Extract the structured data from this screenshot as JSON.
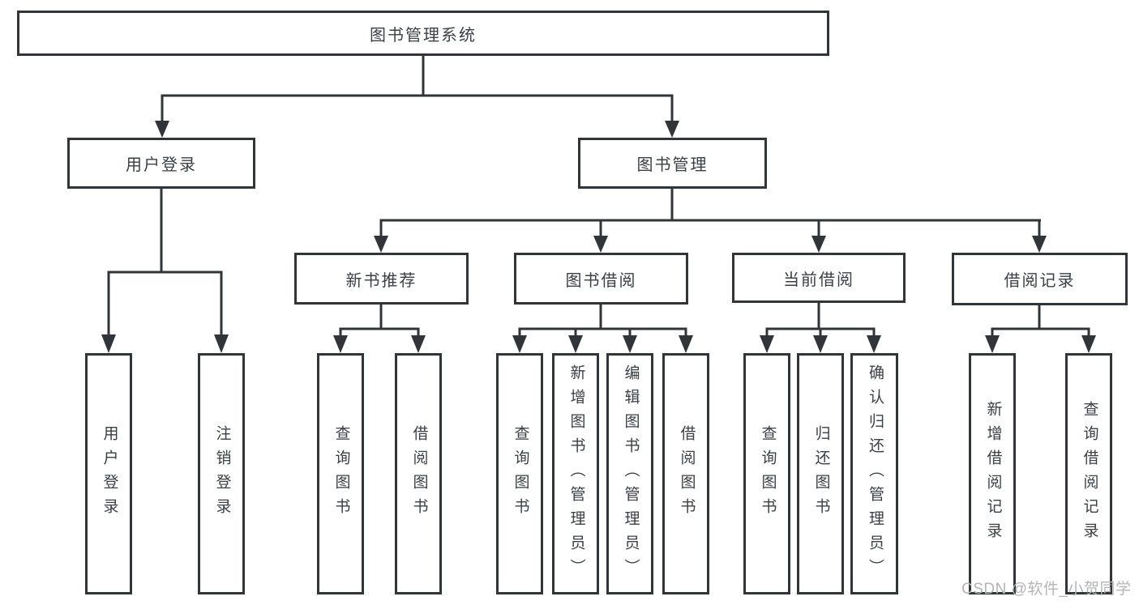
{
  "tree": {
    "root": {
      "label": "图书管理系统"
    },
    "branches": [
      {
        "label": "用户登录",
        "children": [
          {
            "label": "用户登录"
          },
          {
            "label": "注销登录"
          }
        ]
      },
      {
        "label": "图书管理",
        "children": [
          {
            "label": "新书推荐",
            "children": [
              {
                "label": "查询图书"
              },
              {
                "label": "借阅图书"
              }
            ]
          },
          {
            "label": "图书借阅",
            "children": [
              {
                "label": "查询图书"
              },
              {
                "label": "新增图书（管理员）"
              },
              {
                "label": "编辑图书（管理员）"
              },
              {
                "label": "借阅图书"
              }
            ]
          },
          {
            "label": "当前借阅",
            "children": [
              {
                "label": "查询图书"
              },
              {
                "label": "归还图书"
              },
              {
                "label": "确认归还（管理员）"
              }
            ]
          },
          {
            "label": "借阅记录",
            "children": [
              {
                "label": "新增借阅记录"
              },
              {
                "label": "查询借阅记录"
              }
            ]
          }
        ]
      }
    ]
  },
  "watermark": {
    "text": "CSDN @软件_小贺同学"
  },
  "colors": {
    "line": "#31353a",
    "node_text": "#3b4046",
    "node_fill": "#ffffff",
    "watermark": "#b4b4b4",
    "background": "#ffffff"
  }
}
